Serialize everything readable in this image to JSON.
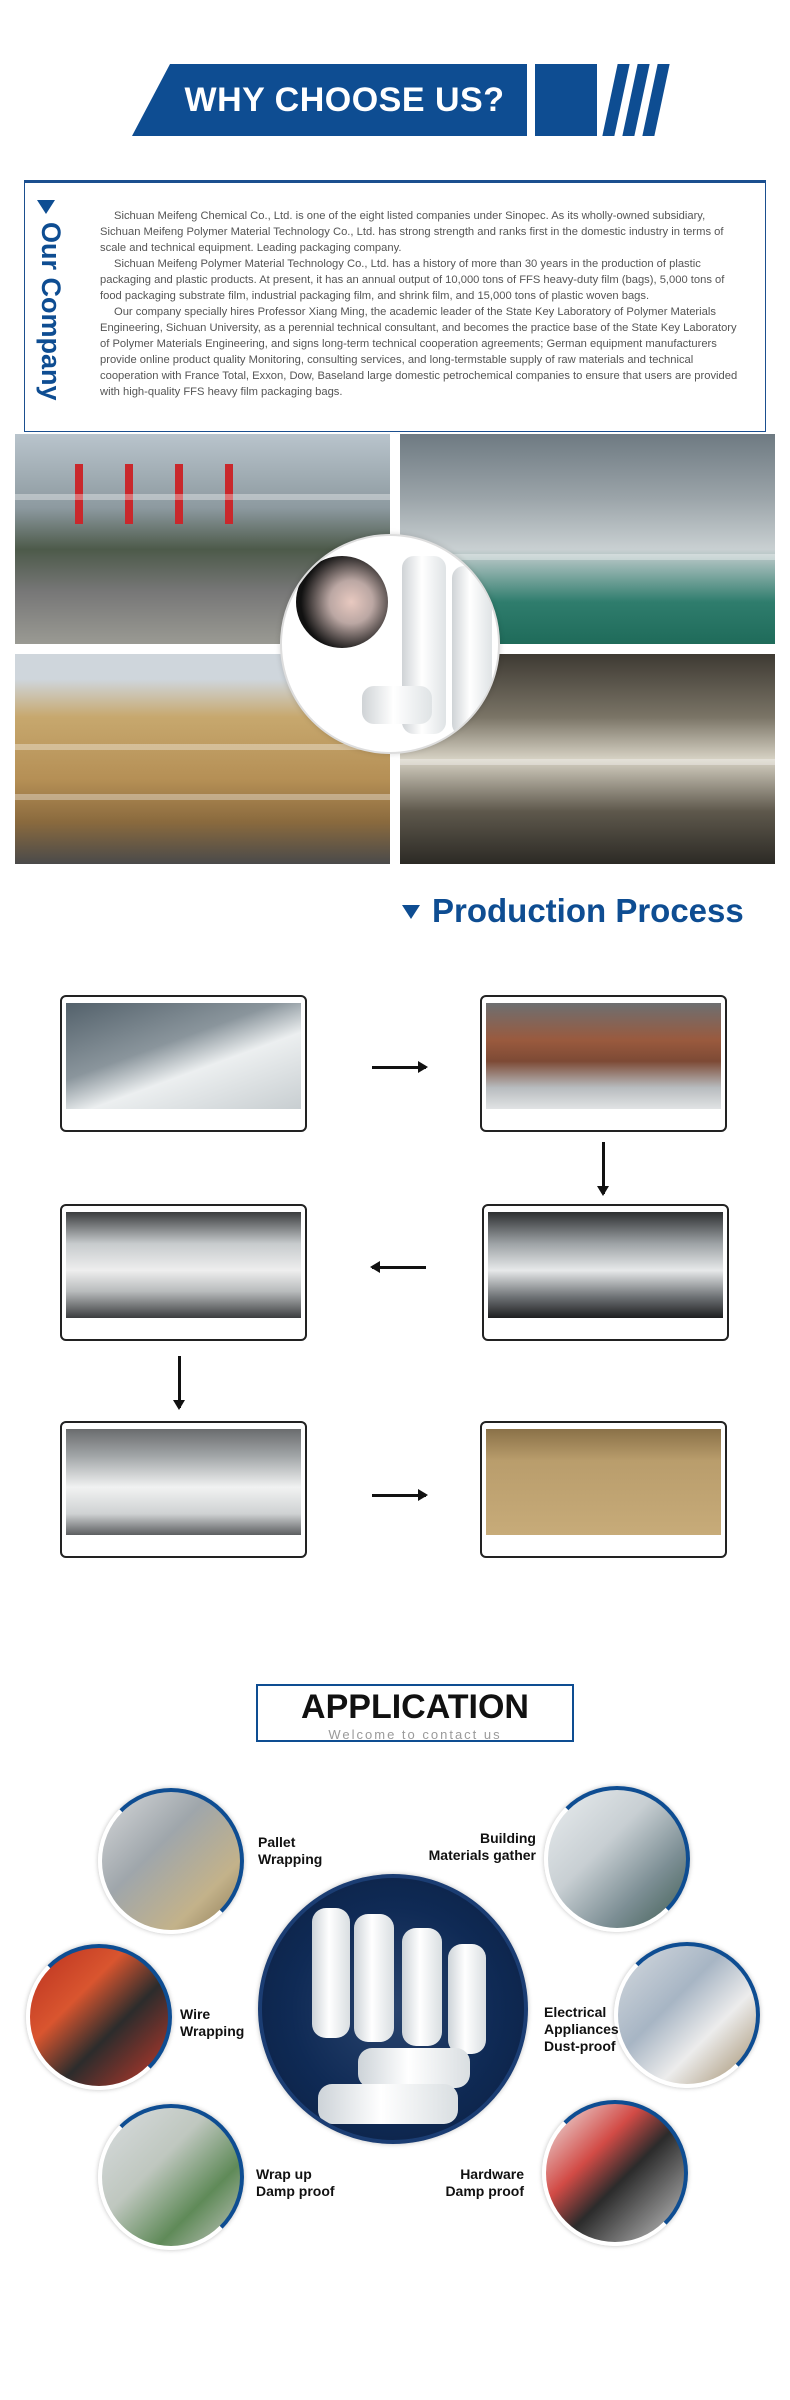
{
  "why": {
    "title": "WHY CHOOSE US?"
  },
  "company": {
    "title": "Our Company",
    "paragraphs": [
      "Sichuan Meifeng Chemical Co., Ltd. is one of the eight listed companies under Sinopec. As its wholly-owned subsidiary, Sichuan Meifeng Polymer Material Technology Co., Ltd. has strong strength and ranks first in the domestic industry in terms of scale and technical equipment. Leading packaging company.",
      "Sichuan Meifeng Polymer Material Technology Co., Ltd. has a history of more than 30 years in the production of plastic packaging and plastic products. At present, it has an annual output of 10,000 tons of FFS heavy-duty film (bags), 5,000 tons of food packaging substrate film, industrial packaging film, and shrink film, and 15,000 tons of plastic woven bags.",
      "Our company specially hires Professor Xiang Ming, the academic leader of the State Key Laboratory of Polymer Materials Engineering, Sichuan University, as a perennial technical consultant, and becomes the practice base of the State Key Laboratory of Polymer Materials Engineering, and signs long-term technical cooperation agreements; German equipment manufacturers provide online product quality Monitoring, consulting services, and long-termstable supply of raw materials and technical cooperation with France Total, Exxon, Dow, Baseland large domestic petrochemical companies to ensure that users are provided with high-quality FFS heavy film packaging bags."
    ]
  },
  "process": {
    "title": "Production Process"
  },
  "application": {
    "title": "APPLICATION",
    "subtitle": "Welcome to contact us",
    "items": [
      {
        "label_1": "Pallet",
        "label_2": "Wrapping"
      },
      {
        "label_1": "Building",
        "label_2": "Materials gather"
      },
      {
        "label_1": "Wire",
        "label_2": "Wrapping"
      },
      {
        "label_1": "Electrical",
        "label_2": "Appliances",
        "label_3": "Dust-proof"
      },
      {
        "label_1": "Wrap up",
        "label_2": "Damp proof"
      },
      {
        "label_1": "Hardware",
        "label_2": "Damp proof"
      }
    ]
  },
  "colors": {
    "brand_blue": "#0e4d92",
    "text_gray": "#555555"
  }
}
